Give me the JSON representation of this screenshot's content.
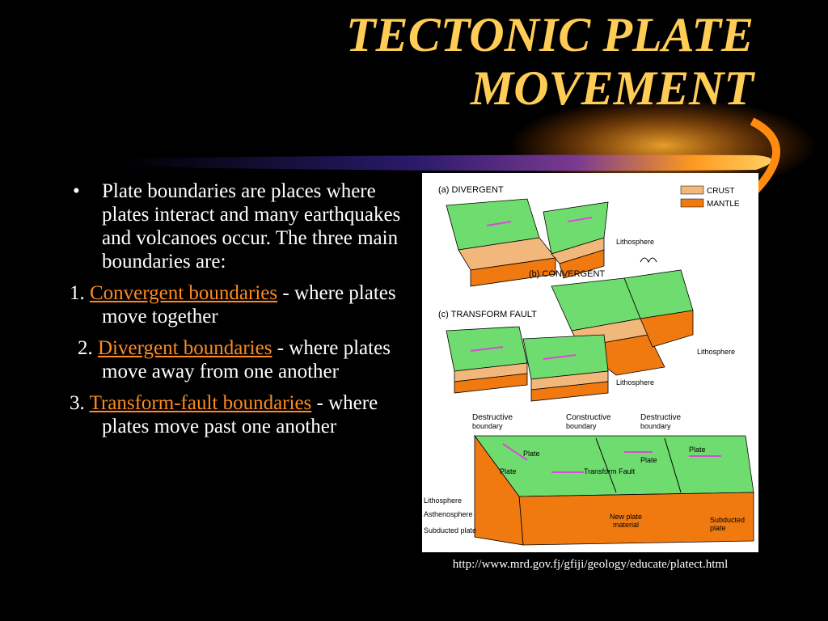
{
  "slide": {
    "title_line1": "TECTONIC PLATE",
    "title_line2": "MOVEMENT",
    "bullet": "Plate boundaries are places where plates interact and many earthquakes and volcanoes occur.  The three main boundaries are:",
    "items": [
      {
        "num": "1.",
        "link": "Convergent boundaries",
        "rest": " - where plates move together"
      },
      {
        "num": "2.",
        "link": "Divergent boundaries",
        "rest": " - where plates move away from one another"
      },
      {
        "num": "3.",
        "link": "Transform-fault boundaries",
        "rest": " - where plates move past one another"
      }
    ],
    "source_url": "http://www.mrd.gov.fj/gfiji/geology/educate/platect.html"
  },
  "figure": {
    "label_a": "(a) DIVERGENT",
    "label_b": "(b) CONVERGENT",
    "label_c": "(c) TRANSFORM FAULT",
    "legend_crust": "CRUST",
    "legend_mantle": "MANTLE",
    "lithosphere": "Lithosphere",
    "destructive": "Destructive",
    "constructive": "Constructive",
    "boundary": "boundary",
    "plate": "Plate",
    "transform_fault": "Transform Fault",
    "asthenosphere": "Asthenosphere",
    "subducted_plate": "Subducted plate",
    "subducted": "Subducted",
    "plate_word": "plate",
    "new_plate": "New plate",
    "material": "material",
    "colors": {
      "crust": "#f2b77a",
      "mantle": "#f07a10",
      "surface": "#6fdc6f",
      "arrow": "#d84bd8"
    }
  }
}
